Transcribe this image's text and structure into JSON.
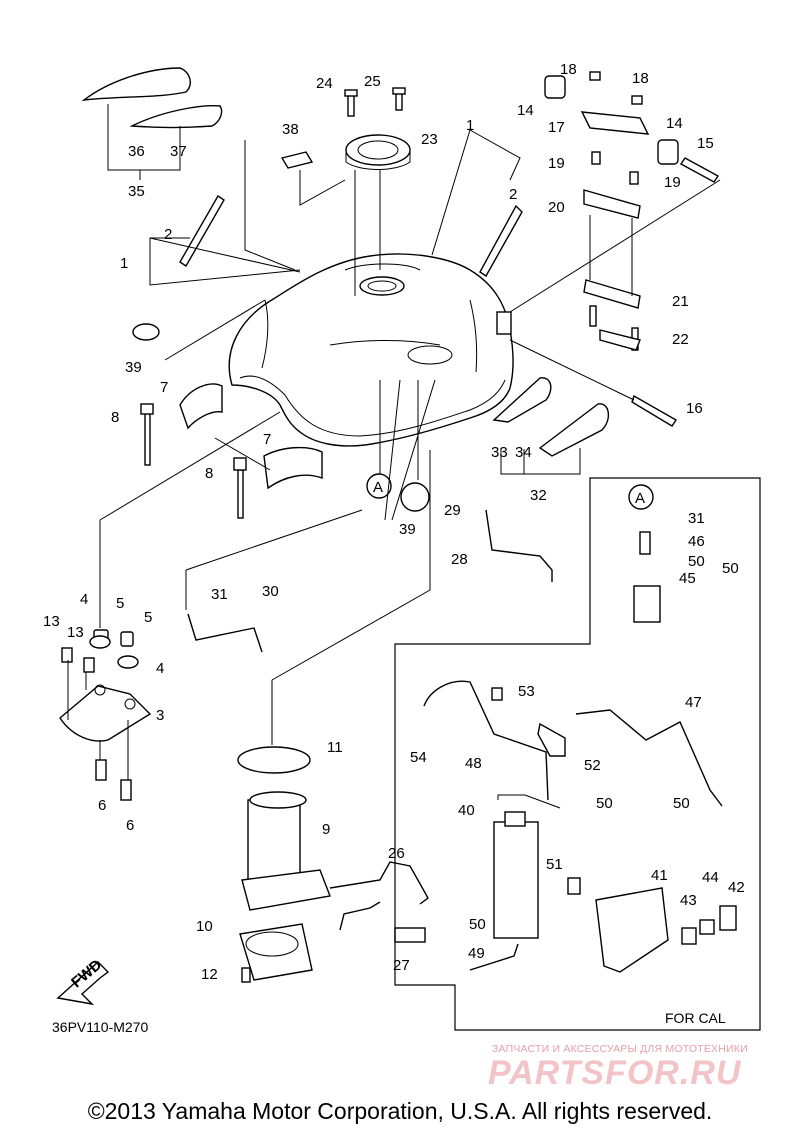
{
  "diagram": {
    "catalog_code": "36PV110-M270",
    "for_cal_label": "FOR CAL",
    "fwd_label": "FWD",
    "ref_marker": "A",
    "labels": [
      {
        "id": "1a",
        "text": "1"
      },
      {
        "id": "1b",
        "text": "1"
      },
      {
        "id": "2a",
        "text": "2"
      },
      {
        "id": "2b",
        "text": "2"
      },
      {
        "id": "3",
        "text": "3"
      },
      {
        "id": "4a",
        "text": "4"
      },
      {
        "id": "4b",
        "text": "4"
      },
      {
        "id": "5a",
        "text": "5"
      },
      {
        "id": "5b",
        "text": "5"
      },
      {
        "id": "6a",
        "text": "6"
      },
      {
        "id": "6b",
        "text": "6"
      },
      {
        "id": "7a",
        "text": "7"
      },
      {
        "id": "7b",
        "text": "7"
      },
      {
        "id": "8a",
        "text": "8"
      },
      {
        "id": "8b",
        "text": "8"
      },
      {
        "id": "9",
        "text": "9"
      },
      {
        "id": "10",
        "text": "10"
      },
      {
        "id": "11",
        "text": "11"
      },
      {
        "id": "12",
        "text": "12"
      },
      {
        "id": "13a",
        "text": "13"
      },
      {
        "id": "13b",
        "text": "13"
      },
      {
        "id": "14a",
        "text": "14"
      },
      {
        "id": "14b",
        "text": "14"
      },
      {
        "id": "15",
        "text": "15"
      },
      {
        "id": "16",
        "text": "16"
      },
      {
        "id": "17",
        "text": "17"
      },
      {
        "id": "18a",
        "text": "18"
      },
      {
        "id": "18b",
        "text": "18"
      },
      {
        "id": "19a",
        "text": "19"
      },
      {
        "id": "19b",
        "text": "19"
      },
      {
        "id": "20",
        "text": "20"
      },
      {
        "id": "21",
        "text": "21"
      },
      {
        "id": "22",
        "text": "22"
      },
      {
        "id": "23",
        "text": "23"
      },
      {
        "id": "24",
        "text": "24"
      },
      {
        "id": "25",
        "text": "25"
      },
      {
        "id": "26",
        "text": "26"
      },
      {
        "id": "27",
        "text": "27"
      },
      {
        "id": "28",
        "text": "28"
      },
      {
        "id": "29",
        "text": "29"
      },
      {
        "id": "30",
        "text": "30"
      },
      {
        "id": "31a",
        "text": "31"
      },
      {
        "id": "31b",
        "text": "31"
      },
      {
        "id": "32",
        "text": "32"
      },
      {
        "id": "33",
        "text": "33"
      },
      {
        "id": "34",
        "text": "34"
      },
      {
        "id": "35",
        "text": "35"
      },
      {
        "id": "36",
        "text": "36"
      },
      {
        "id": "37",
        "text": "37"
      },
      {
        "id": "38",
        "text": "38"
      },
      {
        "id": "39a",
        "text": "39"
      },
      {
        "id": "39b",
        "text": "39"
      },
      {
        "id": "40",
        "text": "40"
      },
      {
        "id": "41",
        "text": "41"
      },
      {
        "id": "42",
        "text": "42"
      },
      {
        "id": "43",
        "text": "43"
      },
      {
        "id": "44",
        "text": "44"
      },
      {
        "id": "45",
        "text": "45"
      },
      {
        "id": "46",
        "text": "46"
      },
      {
        "id": "47",
        "text": "47"
      },
      {
        "id": "48",
        "text": "48"
      },
      {
        "id": "49",
        "text": "49"
      },
      {
        "id": "50a",
        "text": "50"
      },
      {
        "id": "50b",
        "text": "50"
      },
      {
        "id": "50c",
        "text": "50"
      },
      {
        "id": "50d",
        "text": "50"
      },
      {
        "id": "50e",
        "text": "50"
      },
      {
        "id": "51",
        "text": "51"
      },
      {
        "id": "52",
        "text": "52"
      },
      {
        "id": "53",
        "text": "53"
      },
      {
        "id": "54",
        "text": "54"
      }
    ]
  },
  "footer": {
    "copyright": "©2013 Yamaha Motor Corporation, U.S.A. All rights reserved.",
    "watermark_subtitle": "ЗАПЧАСТИ И АКСЕССУАРЫ ДЛЯ МОТОТЕХНИКИ",
    "watermark_logo": "PARTSFOR.RU"
  },
  "colors": {
    "line": "#000000",
    "background": "#ffffff",
    "watermark": "#f2c4c8"
  }
}
